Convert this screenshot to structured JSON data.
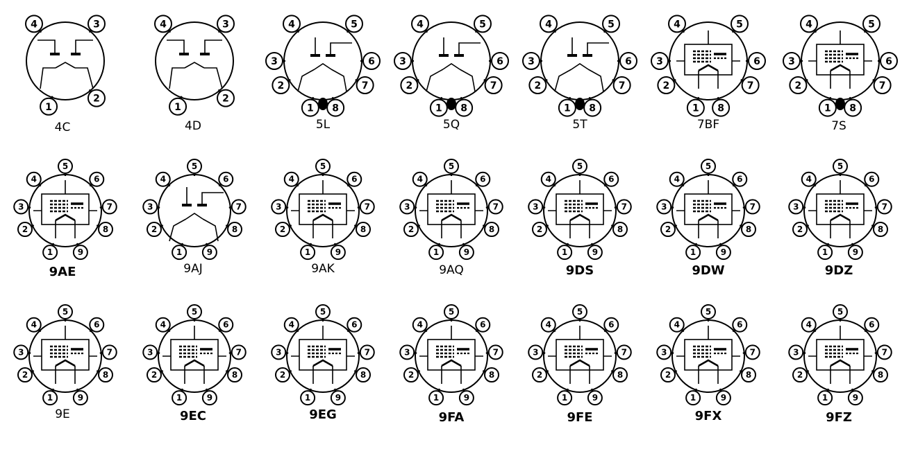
{
  "diagrams": [
    {
      "id": "4C",
      "label": "4C",
      "pins": 4,
      "style": "bbd",
      "bold": false
    },
    {
      "id": "4D",
      "label": "4D",
      "pins": 4,
      "style": "bbd",
      "bold": false
    },
    {
      "id": "5L",
      "label": "5L",
      "pins": 8,
      "style": "duo",
      "bold": false
    },
    {
      "id": "5Q",
      "label": "5Q",
      "pins": 8,
      "style": "duo",
      "bold": false
    },
    {
      "id": "5T",
      "label": "5T",
      "pins": 8,
      "style": "duo",
      "bold": false
    },
    {
      "id": "7BF",
      "label": "7BF",
      "pins": 8,
      "style": "pent",
      "bold": false
    },
    {
      "id": "7S",
      "label": "7S",
      "pins": 8,
      "style": "pent",
      "bold": false
    },
    {
      "id": "9AE",
      "label": "9AE",
      "pins": 9,
      "style": "pent",
      "bold": true
    },
    {
      "id": "9AJ",
      "label": "9AJ",
      "pins": 9,
      "style": "duo",
      "bold": false
    },
    {
      "id": "9AK",
      "label": "9AK",
      "pins": 9,
      "style": "pent",
      "bold": false
    },
    {
      "id": "9AQ",
      "label": "9AQ",
      "pins": 9,
      "style": "pent",
      "bold": false
    },
    {
      "id": "9DS",
      "label": "9DS",
      "pins": 9,
      "style": "pent",
      "bold": true
    },
    {
      "id": "9DW",
      "label": "9DW",
      "pins": 9,
      "style": "pent",
      "bold": true
    },
    {
      "id": "9DZ",
      "label": "9DZ",
      "pins": 9,
      "style": "pent",
      "bold": true
    },
    {
      "id": "9E",
      "label": "9E",
      "pins": 9,
      "style": "pent",
      "bold": false
    },
    {
      "id": "9EC",
      "label": "9EC",
      "pins": 9,
      "style": "pent",
      "bold": true
    },
    {
      "id": "9EG",
      "label": "9EG",
      "pins": 9,
      "style": "pent",
      "bold": true
    },
    {
      "id": "9FA",
      "label": "9FA",
      "pins": 9,
      "style": "pent",
      "bold": true
    },
    {
      "id": "9FE",
      "label": "9FE",
      "pins": 9,
      "style": "pent",
      "bold": true
    },
    {
      "id": "9FX",
      "label": "9FX",
      "pins": 9,
      "style": "pent",
      "bold": true
    },
    {
      "id": "9FZ",
      "label": "9FZ",
      "pins": 9,
      "style": "pent",
      "bold": true
    }
  ]
}
